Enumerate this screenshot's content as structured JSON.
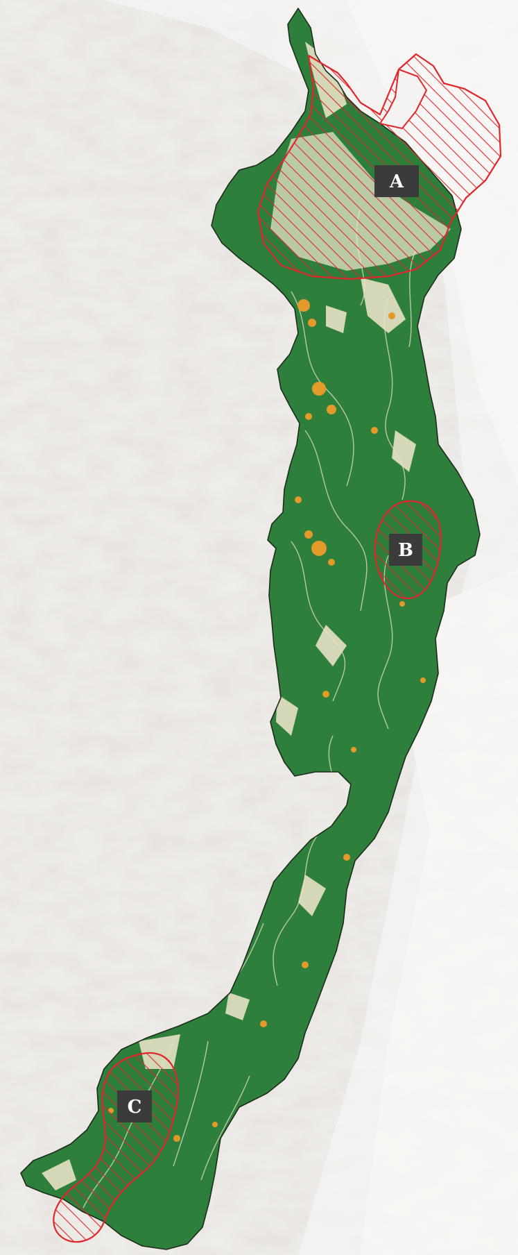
{
  "map": {
    "colors": {
      "background": "#e9e6e2",
      "relief": "#f7f6f4",
      "forest": "#2f7f3c",
      "cleared": "#e8e2c8",
      "degraded": "#e39a2a",
      "boundary": "#1c2b1c",
      "hotspot": "#e0262a",
      "label_bg": "#3b3b3b",
      "label_text": "#ffffff"
    },
    "regions": [
      {
        "id": "A",
        "label": "A"
      },
      {
        "id": "B",
        "label": "B"
      },
      {
        "id": "C",
        "label": "C"
      }
    ]
  }
}
